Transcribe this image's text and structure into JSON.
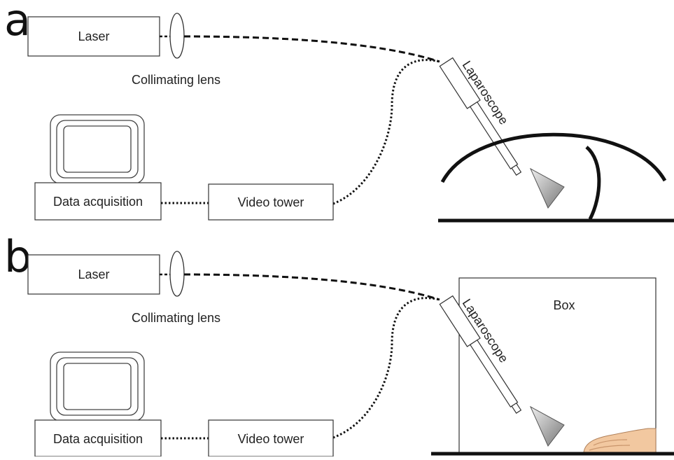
{
  "panels": [
    {
      "letter": "a",
      "laser": "Laser",
      "lens": "Collimating lens",
      "scope": "Laparoscope",
      "daq": "Data acquisition",
      "video": "Video tower"
    },
    {
      "letter": "b",
      "laser": "Laser",
      "lens": "Collimating lens",
      "scope": "Laparoscope",
      "daq": "Data acquisition",
      "video": "Video tower",
      "box": "Box"
    }
  ],
  "colors": {
    "line": "#111111",
    "cone_light": "#e8e8e8",
    "cone_dark": "#7a7a7a",
    "hand_skin": "#f2c8a0"
  },
  "icons": [
    "computer-monitor-icon",
    "hand-icon"
  ]
}
